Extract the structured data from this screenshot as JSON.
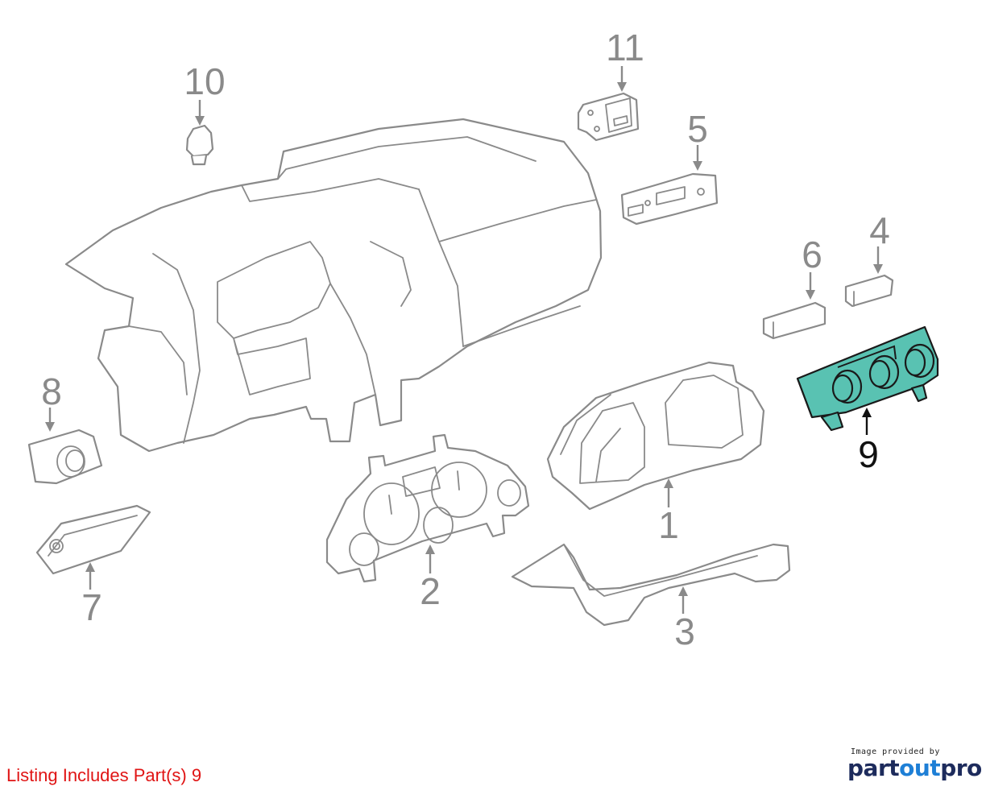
{
  "callouts": [
    {
      "id": "1",
      "label": "1",
      "highlighted": false
    },
    {
      "id": "2",
      "label": "2",
      "highlighted": false
    },
    {
      "id": "3",
      "label": "3",
      "highlighted": false
    },
    {
      "id": "4",
      "label": "4",
      "highlighted": false
    },
    {
      "id": "5",
      "label": "5",
      "highlighted": false
    },
    {
      "id": "6",
      "label": "6",
      "highlighted": false
    },
    {
      "id": "7",
      "label": "7",
      "highlighted": false
    },
    {
      "id": "8",
      "label": "8",
      "highlighted": false
    },
    {
      "id": "9",
      "label": "9",
      "highlighted": true
    },
    {
      "id": "10",
      "label": "10",
      "highlighted": false
    },
    {
      "id": "11",
      "label": "11",
      "highlighted": false
    }
  ],
  "colors": {
    "part_outline": "#8a8a8a",
    "highlight_fill": "#59c2b2",
    "highlight_text": "#111111",
    "listing_text": "#e01414",
    "logo_dark": "#1d2b5c",
    "logo_accent": "#1e7fd6"
  },
  "listing_note": "Listing Includes Part(s) 9",
  "credit": {
    "caption": "Image provided by",
    "logo_part1": "part",
    "logo_part2": "out",
    "logo_part3": "pro"
  }
}
